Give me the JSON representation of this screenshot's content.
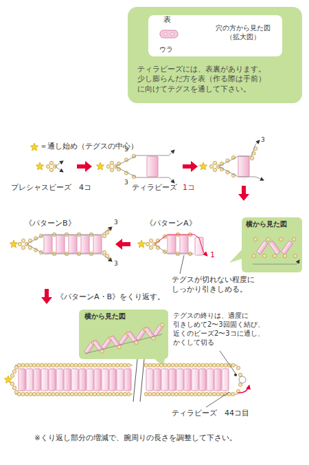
{
  "diagram": {
    "nodes": [
      {
        "text": [
          "ティラビーズには、表裏があります。 少し膨らんだ方を表（作る際は手前） に向けてテグスを通して下さい。"
        ]
      },
      {
        "text": [
          "表",
          "ウラ",
          "穴の方から見た図 （拡大図）"
        ],
        "in": 0
      },
      {
        "text": [
          "横から見た図"
        ]
      },
      {
        "text": [
          "横から見た図"
        ]
      }
    ],
    "labels": [
      "3",
      "3",
      "3",
      "プレシャスビーズ　4コ",
      "ティラビーズ",
      "1コ",
      "《パターンB》",
      "3",
      "3",
      "《パターンA》",
      "1",
      "テグスが切れない程度に しっかり引きしめる。",
      "《パターンA・B》をくり返す。",
      "テグスの終りは、適度に 引きしめて2〜3回固く結び、 近くのビーズ2〜3コに通し、 かくして切る",
      "ティラビーズ　44コ目",
      "※くり返し部分の増減で、腕周りの長さを調整して下さい。"
    ],
    "legend": [
      {
        "text": "＝通し始め（テグスの中心）"
      }
    ]
  }
}
